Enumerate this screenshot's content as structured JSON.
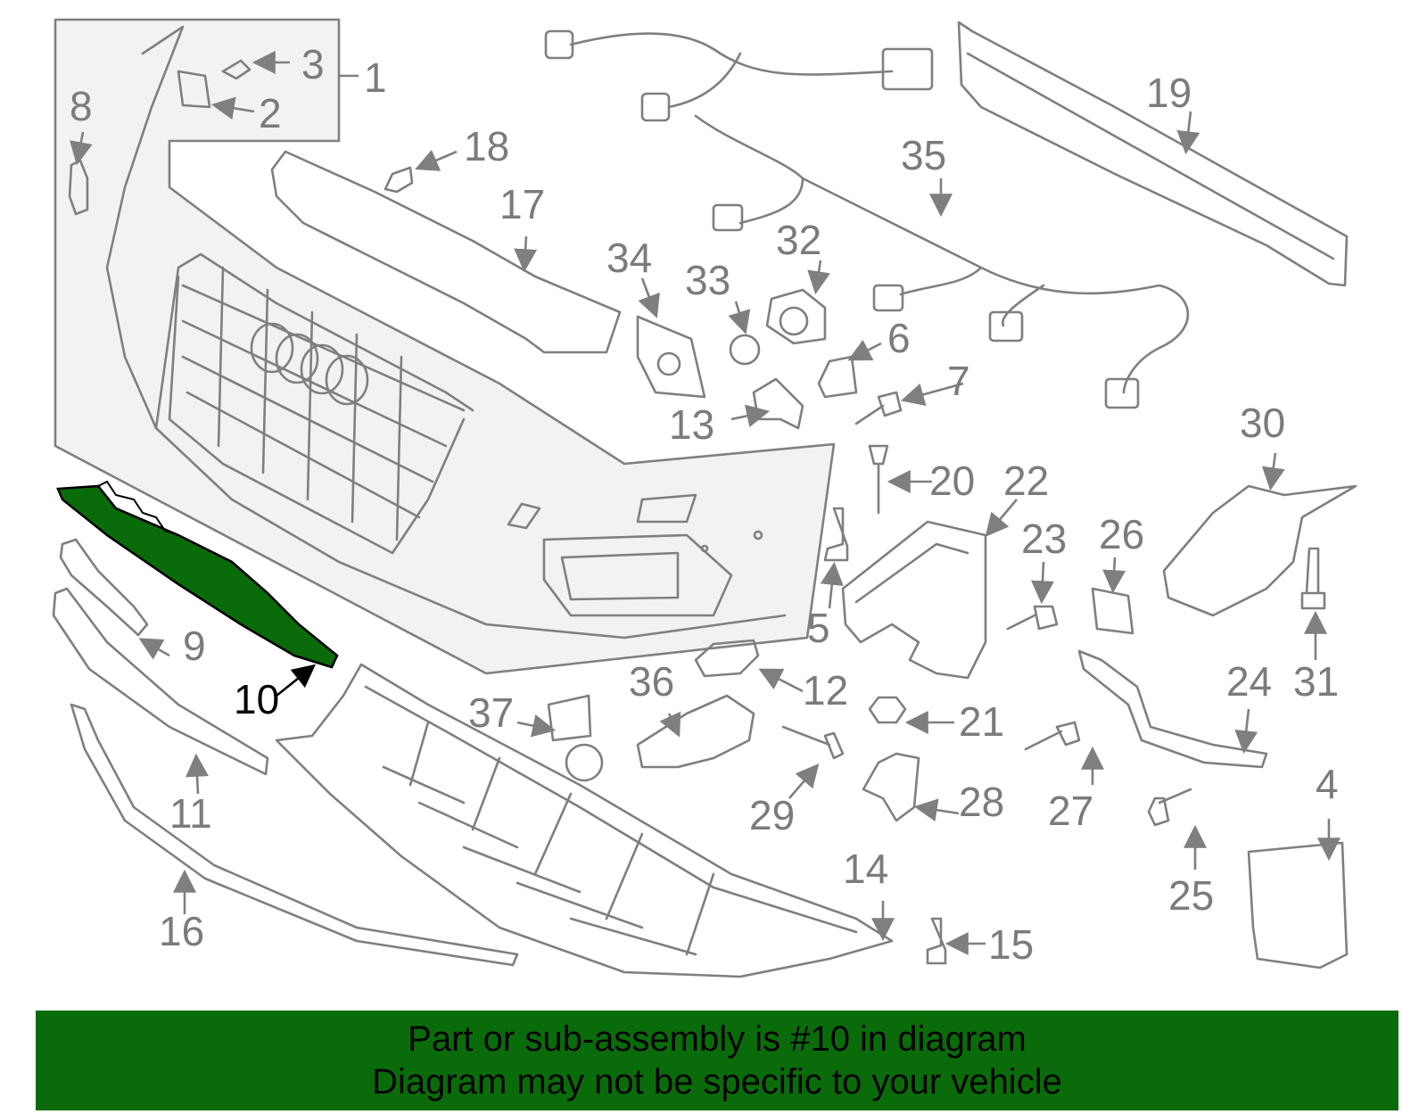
{
  "diagram": {
    "highlight_part": "10",
    "highlight_color": "#0a6b0a",
    "line_color": "#7f7f7f",
    "callouts": [
      "1",
      "2",
      "3",
      "4",
      "5",
      "6",
      "7",
      "8",
      "9",
      "10",
      "11",
      "12",
      "13",
      "14",
      "15",
      "16",
      "17",
      "18",
      "19",
      "20",
      "21",
      "22",
      "23",
      "24",
      "25",
      "26",
      "27",
      "28",
      "29",
      "30",
      "31",
      "32",
      "33",
      "34",
      "35",
      "36",
      "37"
    ]
  },
  "banner": {
    "line1": "Part or sub-assembly is #10 in diagram",
    "line2": "Diagram may not be specific to your vehicle",
    "background": "#0a6b0a"
  }
}
